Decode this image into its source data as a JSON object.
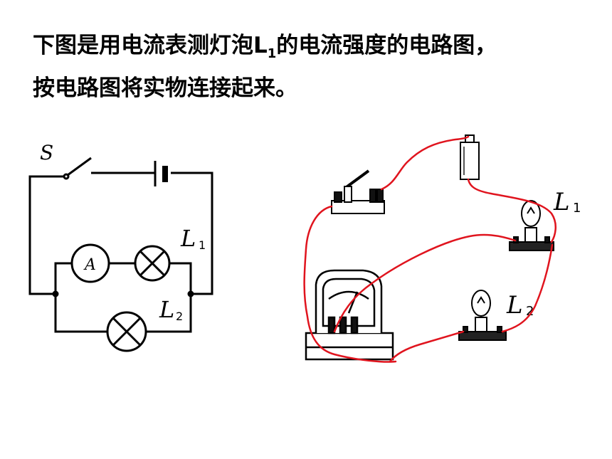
{
  "question": {
    "line1_before": "下图是用电流表测灯泡",
    "line1_L": "L",
    "line1_sub": "1",
    "line1_after": "的电流强度的电路图，",
    "line2": "按电路图将实物连接起来。"
  },
  "schematic": {
    "switch_label": "S",
    "ammeter_label": "A",
    "lamp1_label": "L",
    "lamp1_sub": "1",
    "lamp2_label": "L",
    "lamp2_sub": "2"
  },
  "physical": {
    "lamp1_label": "L",
    "lamp1_sub": "1",
    "lamp2_label": "L",
    "lamp2_sub": "2"
  },
  "colors": {
    "wire_red": "#e0141e",
    "ink": "#000000"
  }
}
